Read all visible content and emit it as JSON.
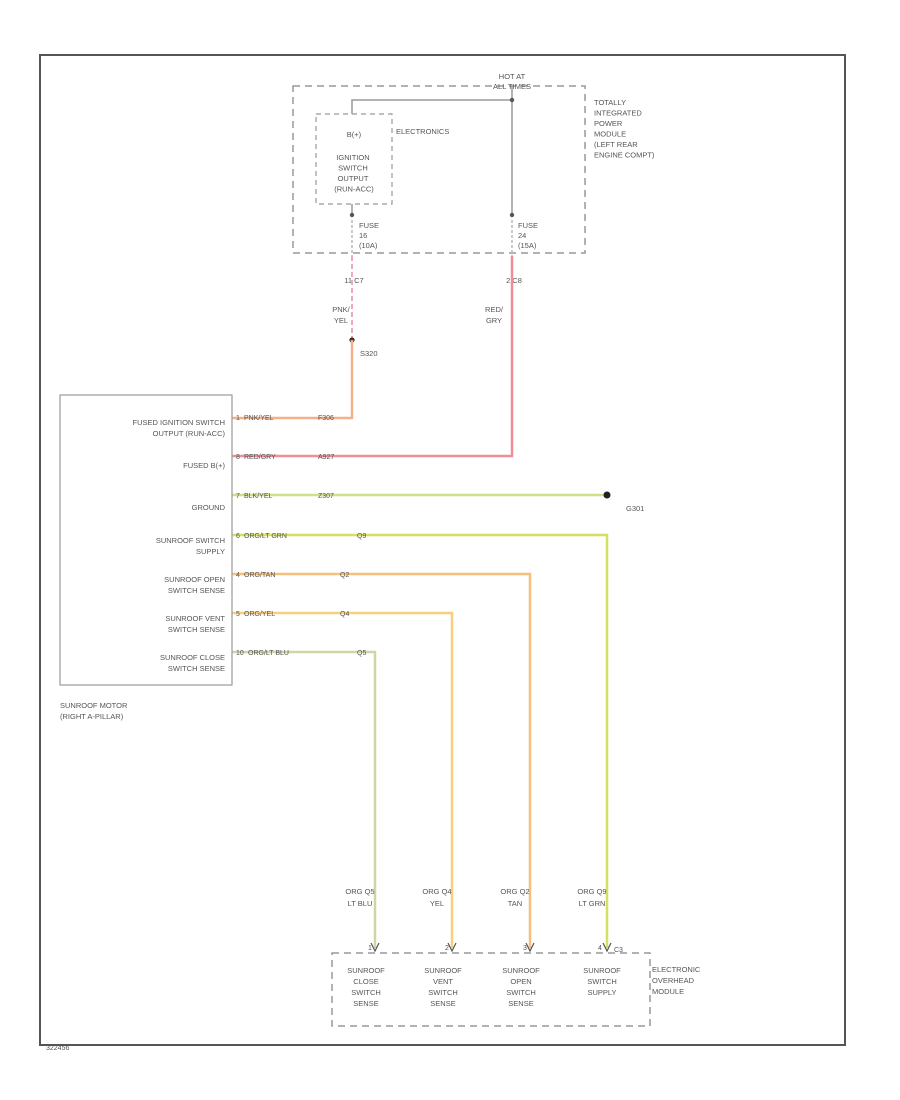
{
  "colors": {
    "frame": "#555555",
    "dashed_box": "#999999",
    "wire_grey": "#9a9a9a",
    "wire_pink_yel": "#f3b08a",
    "wire_red_gry": "#ef8f97",
    "wire_blk_yel": "#cde08a",
    "wire_org_ltgrn": "#d4e060",
    "wire_org_tan": "#f4c07a",
    "wire_org_yel": "#f8cf7d",
    "wire_org_ltblu": "#c9d8a6"
  },
  "tipm": {
    "hot_at": [
      "HOT AT",
      "ALL TIMES"
    ],
    "label": [
      "TOTALLY",
      "INTEGRATED",
      "POWER",
      "MODULE",
      "(LEFT REAR",
      "ENGINE COMPT)"
    ],
    "electronics": "ELECTRONICS",
    "b_plus": "B(+)",
    "ignition_block": [
      "IGNITION",
      "SWITCH",
      "OUTPUT",
      "(RUN-ACC)"
    ],
    "fuse_left": [
      "FUSE",
      "16",
      "(10A)"
    ],
    "fuse_right": [
      "FUSE",
      "24",
      "(15A)"
    ],
    "connector_left": "11 C7",
    "connector_right": "2 C8"
  },
  "wires_upper": {
    "left_color": [
      "PNK/",
      "YEL"
    ],
    "right_color": [
      "RED/",
      "GRY"
    ],
    "splice": "S320"
  },
  "motor": {
    "pins": [
      {
        "num": "1",
        "label": [
          "FUSED IGNITION SWITCH",
          "OUTPUT (RUN-ACC)"
        ],
        "wire": "PNK/YEL",
        "circuit": "F306"
      },
      {
        "num": "8",
        "label": [
          "FUSED B(+)"
        ],
        "wire": "RED/GRY",
        "circuit": "A927"
      },
      {
        "num": "7",
        "label": [
          "GROUND"
        ],
        "wire": "BLK/YEL",
        "circuit": "Z307"
      },
      {
        "num": "6",
        "label": [
          "SUNROOF SWITCH",
          "SUPPLY"
        ],
        "wire": "ORG/LT GRN",
        "circuit": "Q9"
      },
      {
        "num": "4",
        "label": [
          "SUNROOF OPEN",
          "SWITCH SENSE"
        ],
        "wire": "ORG/TAN",
        "circuit": "Q2"
      },
      {
        "num": "5",
        "label": [
          "SUNROOF VENT",
          "SWITCH SENSE"
        ],
        "wire": "ORG/YEL",
        "circuit": "Q4"
      },
      {
        "num": "10",
        "label": [
          "SUNROOF CLOSE",
          "SWITCH SENSE"
        ],
        "wire": "ORG/LT BLU",
        "circuit": "Q5"
      }
    ],
    "name": [
      "SUNROOF MOTOR",
      "(RIGHT A-PILLAR)"
    ]
  },
  "ground": "G301",
  "evic": {
    "wires": [
      {
        "circuit": "ORG Q5",
        "color": "LT BLU",
        "pin": "1"
      },
      {
        "circuit": "ORG Q4",
        "color": "YEL",
        "pin": "2"
      },
      {
        "circuit": "ORG Q2",
        "color": "TAN",
        "pin": "3"
      },
      {
        "circuit": "ORG Q9",
        "color": "LT GRN",
        "pin": "4"
      }
    ],
    "connector": "C3",
    "labels": [
      [
        "SUNROOF",
        "CLOSE",
        "SWITCH",
        "SENSE"
      ],
      [
        "SUNROOF",
        "VENT",
        "SWITCH",
        "SENSE"
      ],
      [
        "SUNROOF",
        "OPEN",
        "SWITCH",
        "SENSE"
      ],
      [
        "SUNROOF",
        "SWITCH",
        "SUPPLY"
      ]
    ],
    "name": [
      "ELECTRONIC",
      "OVERHEAD",
      "MODULE"
    ]
  },
  "figure_id": "322456"
}
